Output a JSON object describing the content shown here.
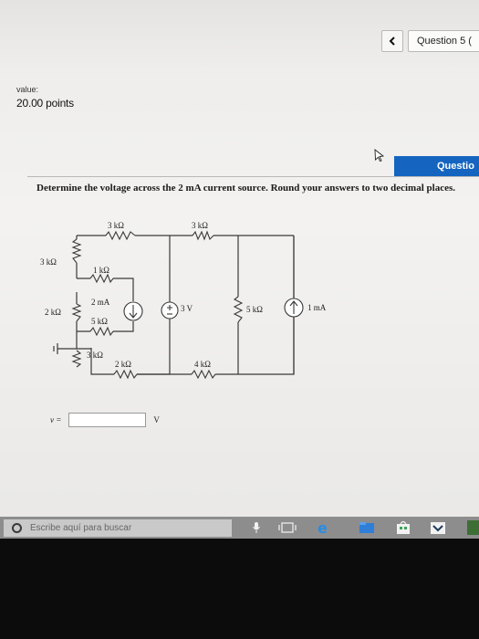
{
  "header": {
    "question_nav_label": "Question 5 (",
    "prev_icon": "chevron-left-icon"
  },
  "value": {
    "label": "value:",
    "points": "20.00 points"
  },
  "question_tab": {
    "label": "Questio"
  },
  "question": {
    "text": "Determine the voltage across the 2 mA current source. Round your answers to two decimal places."
  },
  "circuit": {
    "labels": {
      "r_top_left": "3 kΩ",
      "r_top_right": "3 kΩ",
      "r_left_3k": "3 kΩ",
      "r_1k": "1 kΩ",
      "current_source_2ma": "2 mA",
      "r_2k_left": "2 kΩ",
      "r_5k_mid": "5 kΩ",
      "voltage_source": "3 V",
      "r_5k_right": "5 kΩ",
      "current_source_1ma": "1 mA",
      "r_3k_low": "3 kΩ",
      "r_2k_bottom": "2 kΩ",
      "r_4k_bottom": "4 kΩ"
    }
  },
  "answer": {
    "label": "v =",
    "value": "",
    "unit": "V"
  },
  "taskbar": {
    "search_placeholder": "Escribe aquí para buscar",
    "icons": [
      "microphone-icon",
      "task-view-icon",
      "edge-icon",
      "file-explorer-icon",
      "store-icon",
      "app-icon"
    ]
  },
  "colors": {
    "accent": "#1565c0",
    "taskbar": "#8d8d8e"
  }
}
